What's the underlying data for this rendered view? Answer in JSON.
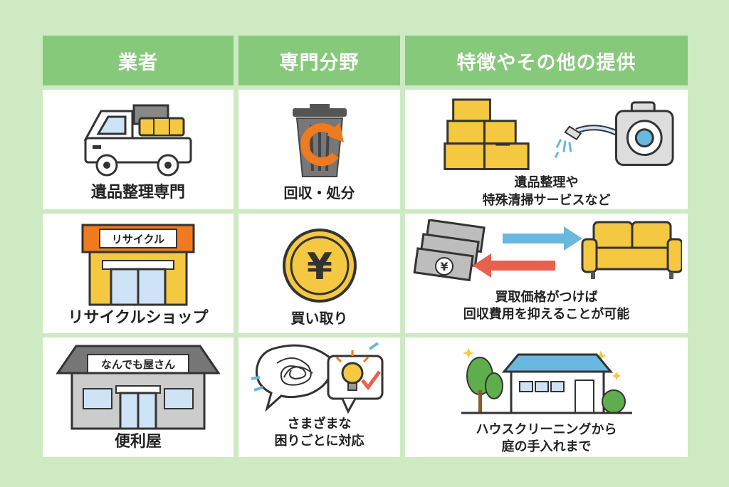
{
  "headers": {
    "col1": "業者",
    "col2": "専門分野",
    "col3": "特徴やその他の提供"
  },
  "rows": [
    {
      "vendor": "遺品整理専門",
      "specialty": "回収・処分",
      "feature_line1": "遺品整理や",
      "feature_line2": "特殊清掃サービスなど"
    },
    {
      "vendor": "リサイクルショップ",
      "vendor_sign": "リサイクル",
      "specialty": "買い取り",
      "coin_symbol": "¥",
      "feature_line1": "買取価格がつけば",
      "feature_line2": "回収費用を抑えることが可能"
    },
    {
      "vendor": "便利屋",
      "vendor_sign": "なんでも屋さん",
      "specialty_line1": "さまざまな",
      "specialty_line2": "困りごとに対応",
      "feature_line1": "ハウスクリーニングから",
      "feature_line2": "庭の手入れまで"
    }
  ],
  "colors": {
    "background": "#cdeac2",
    "header": "#86c97a",
    "yellow": "#f5c842",
    "orange": "#f07a1e",
    "blue": "#6ab7e0",
    "red": "#e8604f",
    "gray": "#7a7a7a"
  }
}
